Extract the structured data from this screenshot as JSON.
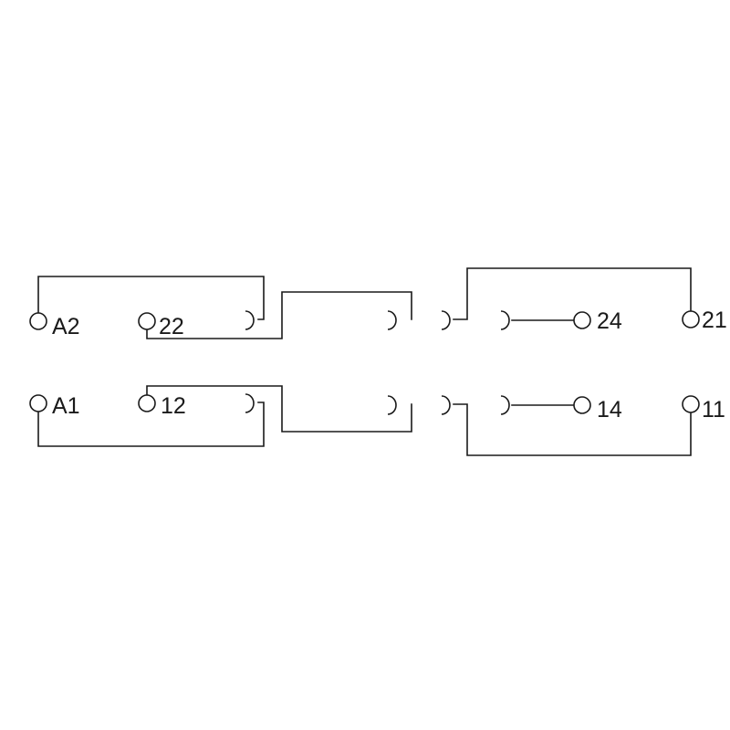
{
  "diagram": {
    "terminals": {
      "a2": "A2",
      "t22": "22",
      "t24": "24",
      "t21": "21",
      "a1": "A1",
      "t12": "12",
      "t14": "14",
      "t11": "11"
    },
    "line_color": "#1a1a1a",
    "background": "#ffffff"
  }
}
